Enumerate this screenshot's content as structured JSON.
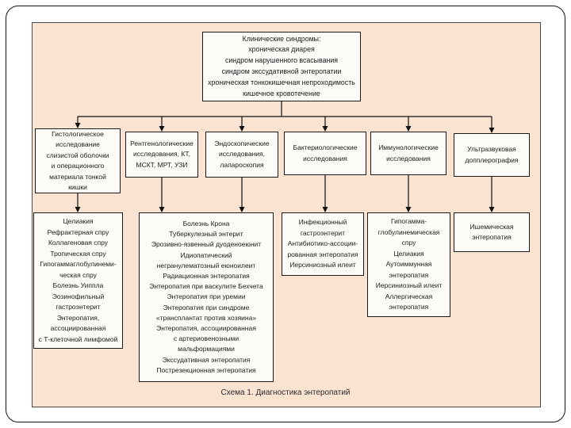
{
  "slide": {
    "caption": "Схема 1. Диагностика энтеропатий",
    "colors": {
      "panel_bg": "#fbe3d2",
      "box_bg": "#fdfbf7",
      "line": "#111111"
    }
  },
  "root": {
    "text": "Клинические синдромы:\nхроническая диарея\nсиндром нарушенного всасывания\nсиндром экссудативной энтеропатии\nхроническая тонкокишечная непроходимость\nкишечное кровотечение"
  },
  "methods": [
    {
      "name": "histology",
      "text": "Гистологическое\nисследование\nслизистой оболочки\nи операционного\nматериала тонкой\nкишки"
    },
    {
      "name": "radiology",
      "text": "Рентгенологические\nисследования, КТ,\nМСКТ, МРТ, УЗИ"
    },
    {
      "name": "endoscopy",
      "text": "Эндоскопические\nисследования,\nлапароскопия"
    },
    {
      "name": "bacteriology",
      "text": "Бактериологические\nисследования"
    },
    {
      "name": "immunology",
      "text": "Иммунологические\nисследования"
    },
    {
      "name": "ultrasound-doppler",
      "text": "Ультразвуковая\nдопплерография"
    }
  ],
  "diagnoses": [
    {
      "name": "celiac-group",
      "text": "Целиакия\nРефрактерная спру\nКоллагеновая спру\nТропическая спру\nГипогаммаглобулинеми-\nческая спру\nБолезнь Уиппла\nЭозинофильный\nгастроэнтерит\nЭнтеропатия,\nассоциированная\nс Т-клеточной лимфомой"
    },
    {
      "name": "crohn-group",
      "text": "Болезнь Крона\nТуберкулезный энтерит\nЭрозивно-язвенный дуоденоеюнит\nИдиопатический\nнегранулематозный еюноилеит\nРадиационная энтеропатия\nЭнтеропатия при васкулите Бехчета\nЭнтеропатия при уремии\nЭнтеропатия при синдроме\n«трансплантат против хозяина»\nЭнтеропатия, ассоциированная\nс артериовенозными\nмальформациями\nЭкссудативная энтеропатия\nПострезекционная энтеропатия"
    },
    {
      "name": "infectious-group",
      "text": "Инфекционный\nгастроэнтерит\nАнтибиотико-ассоции-\nрованная энтеропатия\nИерсиниозный илеит"
    },
    {
      "name": "immune-group",
      "text": "Гипогамма-\nглобулинемическая\nспру\nЦелиакия\nАутоиммунная\nэнтеропатия\nИерсиниозный илеит\nАллергическая\nэнтеропатия"
    },
    {
      "name": "ischemic",
      "text": "Ишемическая\nэнтеропатия"
    }
  ]
}
